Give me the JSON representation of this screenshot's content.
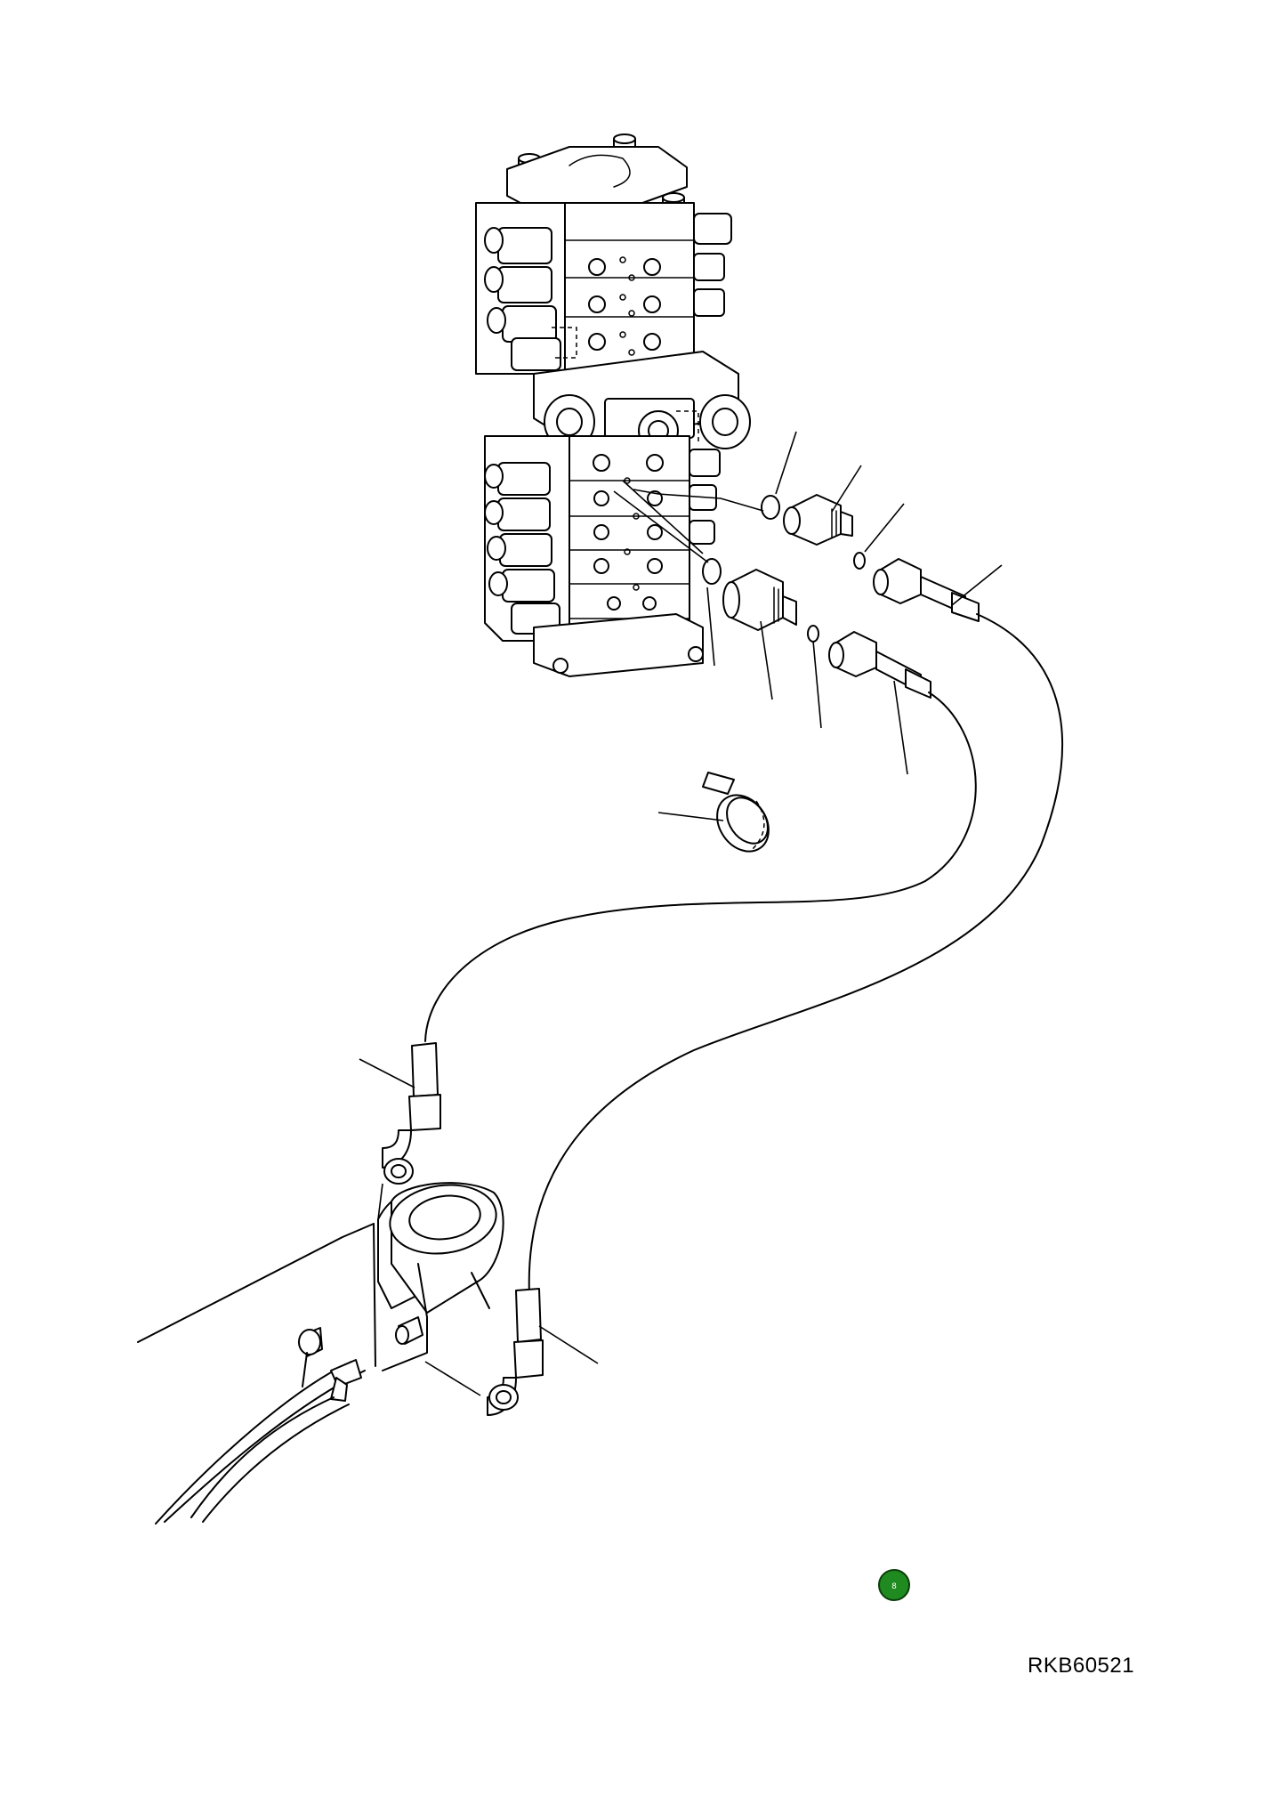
{
  "drawing": {
    "reference_code": "RKB60521",
    "badge": {
      "label": "8",
      "color": "#1f8a1f"
    }
  },
  "icons": {
    "badge": "green-circle-badge"
  }
}
